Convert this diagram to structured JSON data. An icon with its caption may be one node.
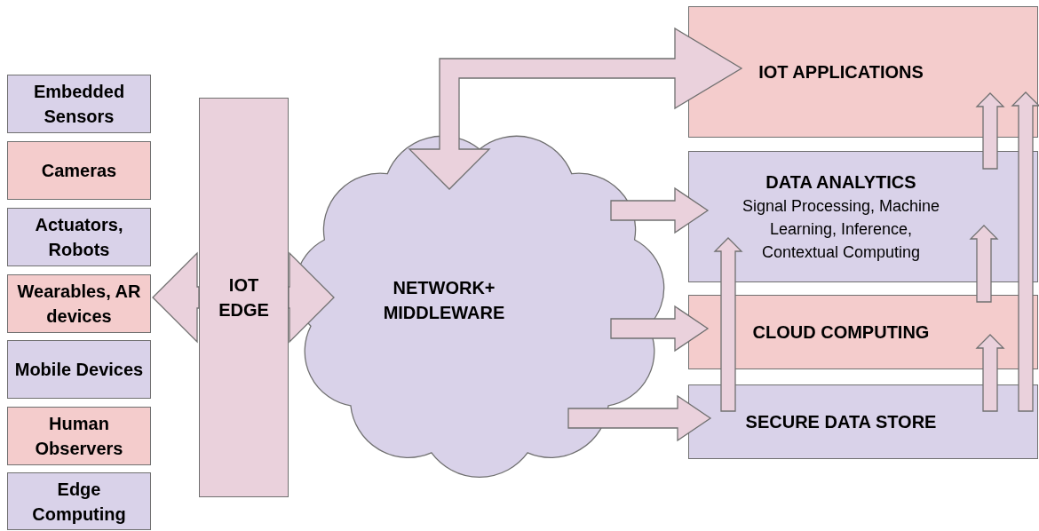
{
  "diagram": {
    "nodes": [
      {
        "text": [
          "Embedded Sensors"
        ]
      },
      {
        "text": [
          "Cameras"
        ]
      },
      {
        "text": [
          "Actuators, Robots"
        ]
      },
      {
        "text": [
          "Wearables, AR devices"
        ]
      },
      {
        "text": [
          "Mobile Devices"
        ]
      },
      {
        "text": [
          "Human Observers"
        ]
      },
      {
        "text": [
          "Edge Computing"
        ]
      },
      {
        "text": [
          "IOT EDGE"
        ]
      },
      {
        "text": [
          "NETWORK+ MIDDLEWARE"
        ]
      },
      {
        "text": [
          "IOT APPLICATIONS"
        ]
      },
      {
        "text": [
          "DATA ANALYTICS",
          "Signal Processing, Machine Learning, Inference, Contextual Computing"
        ]
      },
      {
        "text": [
          "CLOUD COMPUTING"
        ]
      },
      {
        "text": [
          "SECURE DATA STORE"
        ]
      }
    ],
    "edges": [
      {
        "from": 7,
        "to": 3,
        "arrow": "to"
      },
      {
        "from": 7,
        "to": 8,
        "arrow": "to"
      },
      {
        "from": 8,
        "to": 9,
        "arrow": "both"
      },
      {
        "from": 8,
        "to": 10,
        "arrow": "to"
      },
      {
        "from": 8,
        "to": 11,
        "arrow": "to"
      },
      {
        "from": 8,
        "to": 12,
        "arrow": "to"
      },
      {
        "from": 12,
        "to": 10,
        "arrow": "to"
      },
      {
        "from": 11,
        "to": 10,
        "arrow": "to"
      },
      {
        "from": 10,
        "to": 9,
        "arrow": "to"
      },
      {
        "from": 12,
        "to": 11,
        "arrow": "to"
      },
      {
        "from": 12,
        "to": 9,
        "arrow": "to"
      }
    ]
  }
}
